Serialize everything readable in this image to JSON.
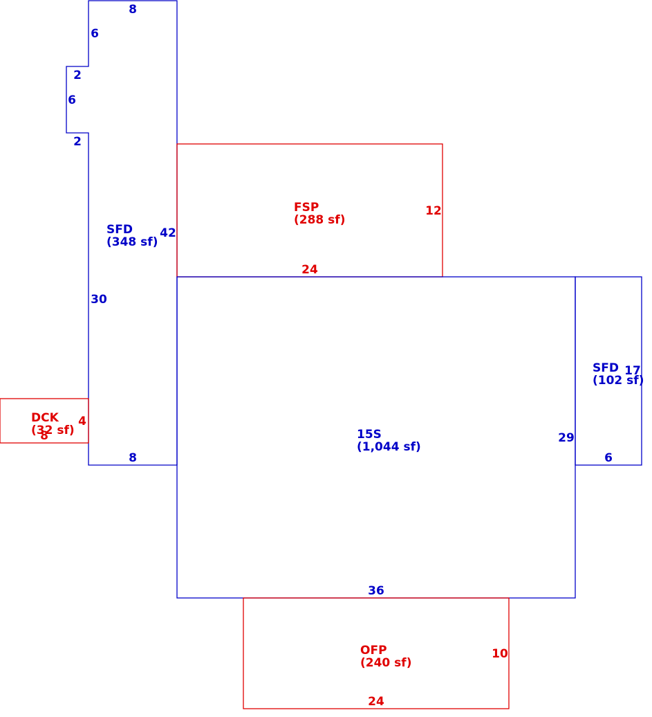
{
  "colors": {
    "blue": "#0000c8",
    "red": "#e00000"
  },
  "areas": {
    "sfd_left": {
      "name": "SFD",
      "area": "(348 sf)"
    },
    "fsp": {
      "name": "FSP",
      "area": "(288 sf)"
    },
    "main": {
      "name": "15S",
      "area": "(1,044 sf)"
    },
    "sfd_right": {
      "name": "SFD",
      "area": "(102 sf)"
    },
    "dck": {
      "name": "DCK",
      "area": "(32 sf)"
    },
    "ofp": {
      "name": "OFP",
      "area": "(240 sf)"
    }
  },
  "dims": {
    "sfd_top": "8",
    "sfd_notch_upper": "6",
    "sfd_notch_top": "2",
    "sfd_notch_side": "6",
    "sfd_notch_bottom": "2",
    "sfd_height": "42",
    "sfd_lower_side": "30",
    "sfd_bottom": "8",
    "fsp_side": "12",
    "fsp_bottom": "24",
    "main_side": "29",
    "main_bottom": "36",
    "sfdr_side": "17",
    "sfdr_bottom": "6",
    "dck_side": "4",
    "dck_bottom": "8",
    "ofp_side": "10",
    "ofp_bottom": "24"
  }
}
